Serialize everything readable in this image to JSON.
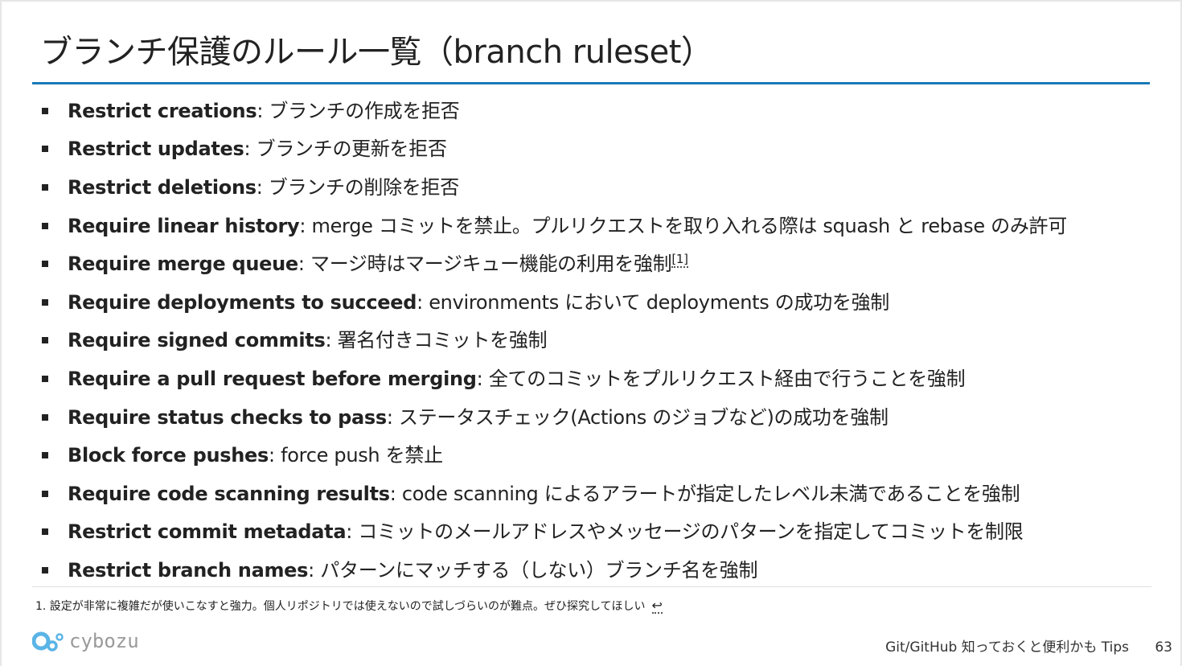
{
  "slide": {
    "title": "ブランチ保護のルール一覧（branch ruleset）",
    "rules": [
      {
        "name": "Restrict creations",
        "desc": "ブランチの作成を拒否"
      },
      {
        "name": "Restrict updates",
        "desc": "ブランチの更新を拒否"
      },
      {
        "name": "Restrict deletions",
        "desc": "ブランチの削除を拒否"
      },
      {
        "name": "Require linear history",
        "desc": "merge コミットを禁止。プルリクエストを取り入れる際は squash と rebase のみ許可"
      },
      {
        "name": "Require merge queue",
        "desc": "マージ時はマージキュー機能の利用を強制",
        "footnote_ref": "[1]"
      },
      {
        "name": "Require deployments to succeed",
        "desc": "environments において deployments の成功を強制"
      },
      {
        "name": "Require signed commits",
        "desc": "署名付きコミットを強制"
      },
      {
        "name": "Require a pull request before merging",
        "desc": "全てのコミットをプルリクエスト経由で行うことを強制"
      },
      {
        "name": "Require status checks to pass",
        "desc": "ステータスチェック(Actions のジョブなど)の成功を強制"
      },
      {
        "name": "Block force pushes",
        "desc": "force push を禁止"
      },
      {
        "name": "Require code scanning results",
        "desc": "code scanning によるアラートが指定したレベル未満であることを強制"
      },
      {
        "name": "Restrict commit metadata",
        "desc": "コミットのメールアドレスやメッセージのパターンを指定してコミットを制限"
      },
      {
        "name": "Restrict branch names",
        "desc": "パターンにマッチする（しない）ブランチ名を強制"
      }
    ],
    "colon": ":",
    "footnote": {
      "text": "1.  設定が非常に複雑だが使いこなすと強力。個人リポジトリでは使えないので試しづらいのが難点。ぜひ探究してほしい",
      "back_link": "↩"
    }
  },
  "footer": {
    "logo_text": "cybozu",
    "presentation_title": "Git/GitHub 知っておくと便利かも Tips",
    "page_number": "63"
  },
  "colors": {
    "accent": "#1a7ab8",
    "text": "#222222",
    "logo_blue": "#5ab4e6",
    "logo_gray": "#9a9a9a"
  },
  "icons": {
    "bullet": "square-bullet-icon",
    "logo": "cybozu-logo-icon",
    "back": "return-arrow-icon"
  }
}
